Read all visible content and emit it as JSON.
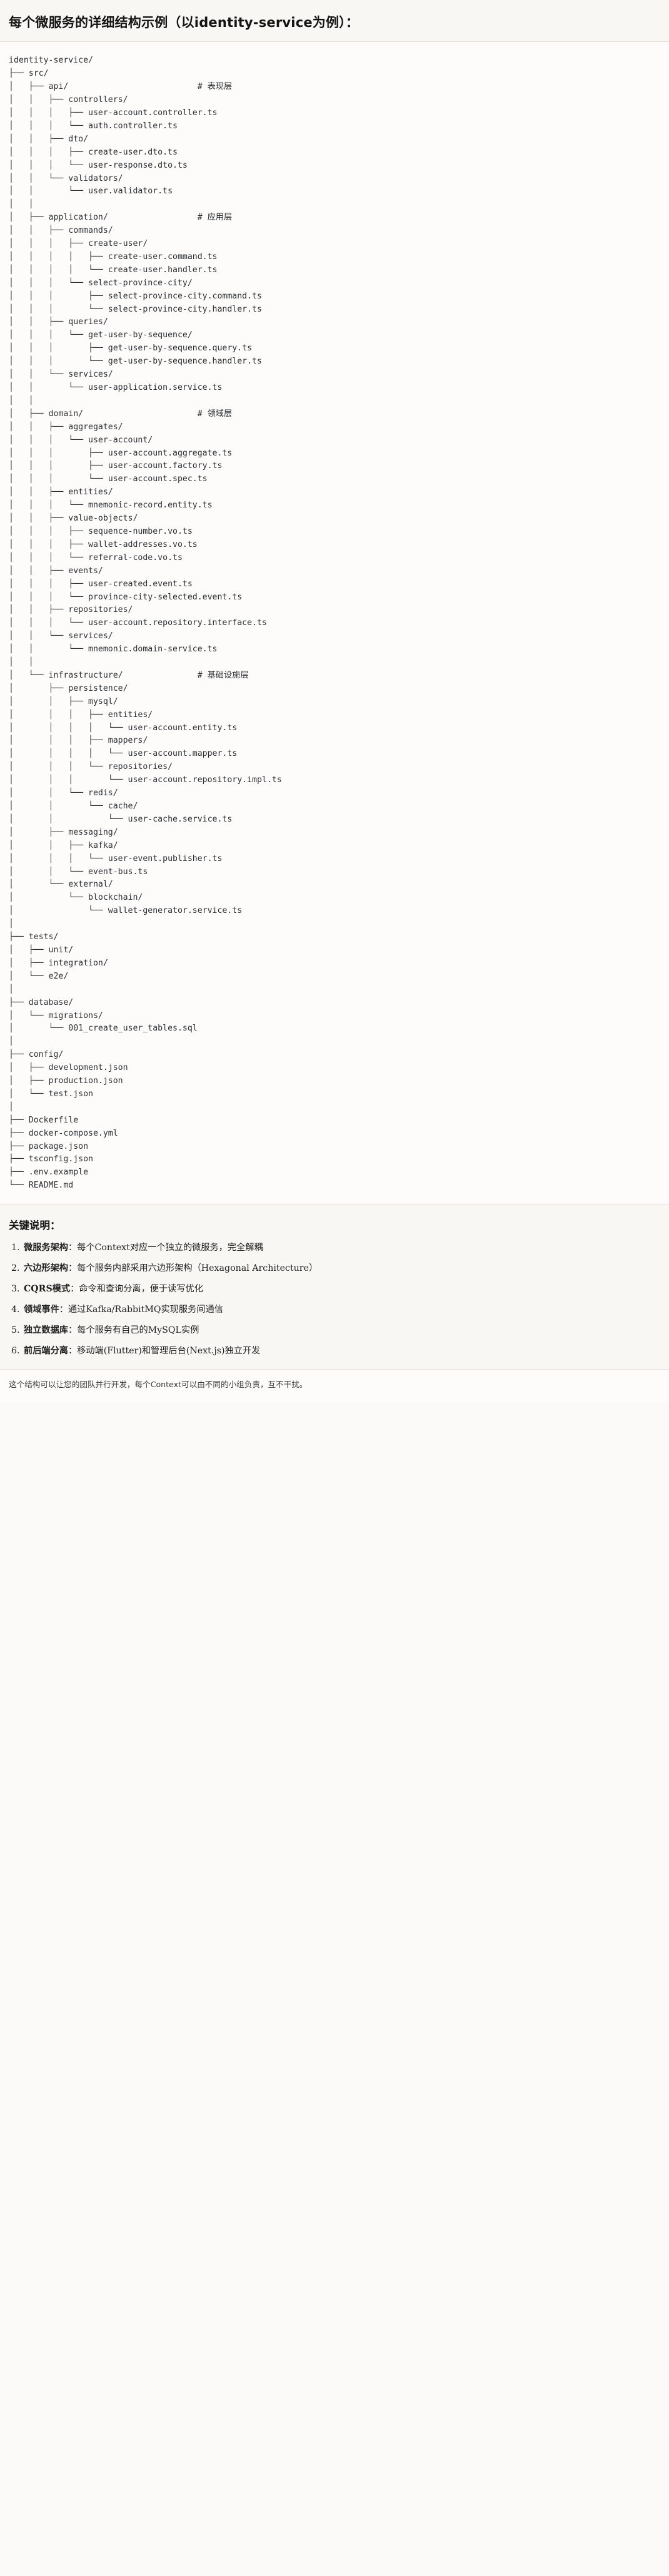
{
  "header": {
    "title": "每个微服务的详细结构示例（以identity-service为例）："
  },
  "tree": {
    "text": "identity-service/\n├── src/\n│   ├── api/                          # 表现层\n│   │   ├── controllers/\n│   │   │   ├── user-account.controller.ts\n│   │   │   └── auth.controller.ts\n│   │   ├── dto/\n│   │   │   ├── create-user.dto.ts\n│   │   │   └── user-response.dto.ts\n│   │   └── validators/\n│   │       └── user.validator.ts\n│   │\n│   ├── application/                  # 应用层\n│   │   ├── commands/\n│   │   │   ├── create-user/\n│   │   │   │   ├── create-user.command.ts\n│   │   │   │   └── create-user.handler.ts\n│   │   │   └── select-province-city/\n│   │   │       ├── select-province-city.command.ts\n│   │   │       └── select-province-city.handler.ts\n│   │   ├── queries/\n│   │   │   └── get-user-by-sequence/\n│   │   │       ├── get-user-by-sequence.query.ts\n│   │   │       └── get-user-by-sequence.handler.ts\n│   │   └── services/\n│   │       └── user-application.service.ts\n│   │\n│   ├── domain/                       # 领域层\n│   │   ├── aggregates/\n│   │   │   └── user-account/\n│   │   │       ├── user-account.aggregate.ts\n│   │   │       ├── user-account.factory.ts\n│   │   │       └── user-account.spec.ts\n│   │   ├── entities/\n│   │   │   └── mnemonic-record.entity.ts\n│   │   ├── value-objects/\n│   │   │   ├── sequence-number.vo.ts\n│   │   │   ├── wallet-addresses.vo.ts\n│   │   │   └── referral-code.vo.ts\n│   │   ├── events/\n│   │   │   ├── user-created.event.ts\n│   │   │   └── province-city-selected.event.ts\n│   │   ├── repositories/\n│   │   │   └── user-account.repository.interface.ts\n│   │   └── services/\n│   │       └── mnemonic.domain-service.ts\n│   │\n│   └── infrastructure/               # 基础设施层\n│       ├── persistence/\n│       │   ├── mysql/\n│       │   │   ├── entities/\n│       │   │   │   └── user-account.entity.ts\n│       │   │   ├── mappers/\n│       │   │   │   └── user-account.mapper.ts\n│       │   │   └── repositories/\n│       │   │       └── user-account.repository.impl.ts\n│       │   └── redis/\n│       │       └── cache/\n│       │           └── user-cache.service.ts\n│       ├── messaging/\n│       │   ├── kafka/\n│       │   │   └── user-event.publisher.ts\n│       │   └── event-bus.ts\n│       └── external/\n│           └── blockchain/\n│               └── wallet-generator.service.ts\n│\n├── tests/\n│   ├── unit/\n│   ├── integration/\n│   └── e2e/\n│\n├── database/\n│   └── migrations/\n│       └── 001_create_user_tables.sql\n│\n├── config/\n│   ├── development.json\n│   ├── production.json\n│   └── test.json\n│\n├── Dockerfile\n├── docker-compose.yml\n├── package.json\n├── tsconfig.json\n├── .env.example\n└── README.md"
  },
  "notes": {
    "title": "关键说明：",
    "items": [
      {
        "term": "微服务架构",
        "desc": "：每个Context对应一个独立的微服务，完全解耦"
      },
      {
        "term": "六边形架构",
        "desc": "：每个服务内部采用六边形架构（Hexagonal Architecture）"
      },
      {
        "term": "CQRS模式",
        "desc": "：命令和查询分离，便于读写优化"
      },
      {
        "term": "领域事件",
        "desc": "：通过Kafka/RabbitMQ实现服务间通信"
      },
      {
        "term": "独立数据库",
        "desc": "：每个服务有自己的MySQL实例"
      },
      {
        "term": "前后端分离",
        "desc": "：移动端(Flutter)和管理后台(Next.js)独立开发"
      }
    ]
  },
  "footer": {
    "text": "这个结构可以让您的团队并行开发，每个Context可以由不同的小组负责，互不干扰。"
  }
}
